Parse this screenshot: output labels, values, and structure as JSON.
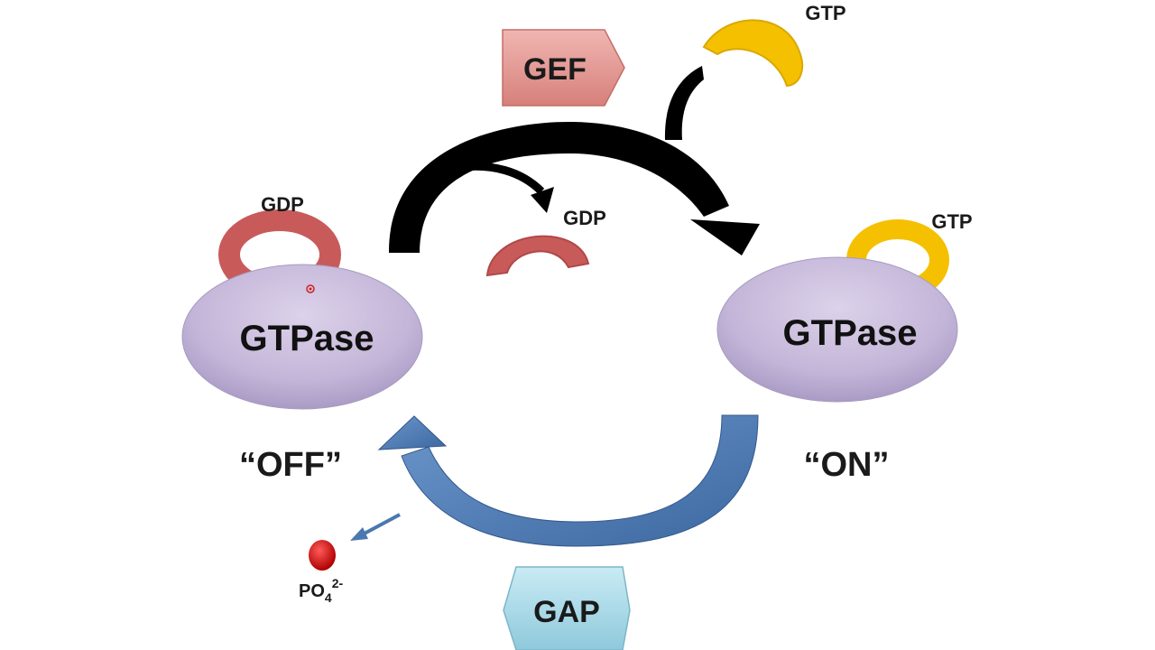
{
  "enzymes": {
    "gef": "GEF",
    "gap": "GAP"
  },
  "nucleotides": {
    "gtp_free": "GTP",
    "gtp_bound": "GTP",
    "gdp_bound": "GDP",
    "gdp_released": "GDP"
  },
  "proteins": {
    "off_label": "GTPase",
    "on_label": "GTPase"
  },
  "states": {
    "off": "“OFF”",
    "on": "“ON”"
  },
  "phosphate": {
    "base": "PO",
    "subscript": "4",
    "superscript": "2-"
  },
  "colors": {
    "gtpase_fill": "#c5b8d8",
    "gdp_color": "#c95a5a",
    "gtp_color": "#f5c000",
    "gef_fill": "#e0908c",
    "gap_fill": "#a8d8e8",
    "arrow_black": "#000000",
    "arrow_blue": "#4a78b0",
    "phosphate_color": "#d40000"
  }
}
